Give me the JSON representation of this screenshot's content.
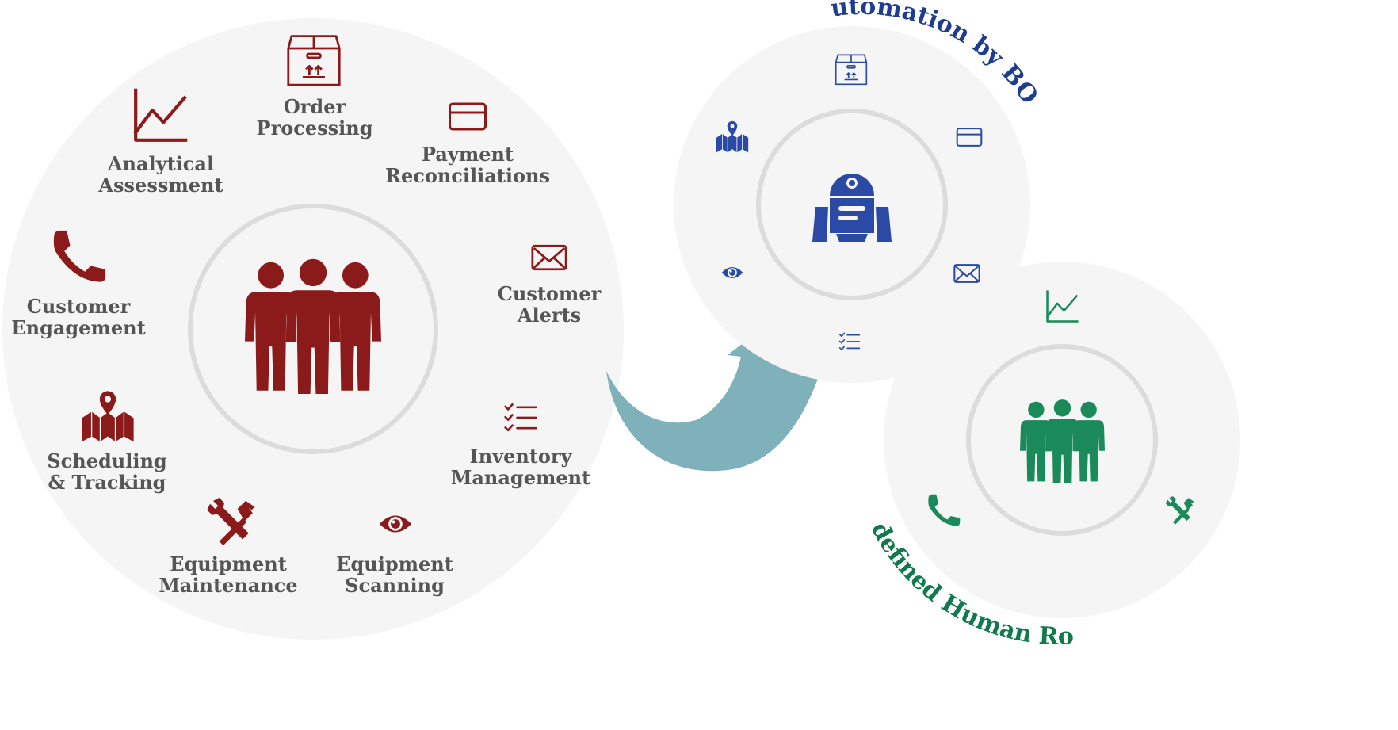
{
  "left_cluster": {
    "center_icon": "people-group-icon",
    "colors": {
      "icon": "#8b1a1a",
      "label": "#555555",
      "disc": "#f5f5f5",
      "ring": "#dcdcdc"
    },
    "items": [
      {
        "icon": "box-icon",
        "lines": [
          "Order",
          "Processing"
        ]
      },
      {
        "icon": "credit-card-icon",
        "lines": [
          "Payment",
          "Reconciliations"
        ]
      },
      {
        "icon": "envelope-icon",
        "lines": [
          "Customer",
          "Alerts"
        ]
      },
      {
        "icon": "checklist-icon",
        "lines": [
          "Inventory",
          "Management"
        ]
      },
      {
        "icon": "eye-icon",
        "lines": [
          "Equipment",
          "Scanning"
        ]
      },
      {
        "icon": "tools-icon",
        "lines": [
          "Equipment",
          "Maintenance"
        ]
      },
      {
        "icon": "map-pin-icon",
        "lines": [
          "Scheduling",
          "& Tracking"
        ]
      },
      {
        "icon": "phone-icon",
        "lines": [
          "Customer",
          "Engagement"
        ]
      },
      {
        "icon": "line-chart-icon",
        "lines": [
          "Analytical",
          "Assessment"
        ]
      }
    ]
  },
  "arrow": {
    "color": "#7fb1ba"
  },
  "bots_cluster": {
    "title": "Automation by BOTs",
    "center_icon": "robot-icon",
    "colors": {
      "icon": "#2a4aa6",
      "title": "#1f3d8f"
    },
    "icons": [
      "box-icon",
      "credit-card-icon",
      "envelope-icon",
      "checklist-icon",
      "eye-icon",
      "map-pin-icon"
    ]
  },
  "human_cluster": {
    "title": "Redefined Human Roles",
    "center_icon": "people-group-icon",
    "colors": {
      "icon": "#1a8a5a",
      "title": "#107a4c"
    },
    "icons": [
      "line-chart-icon",
      "phone-icon",
      "tools-icon"
    ]
  }
}
